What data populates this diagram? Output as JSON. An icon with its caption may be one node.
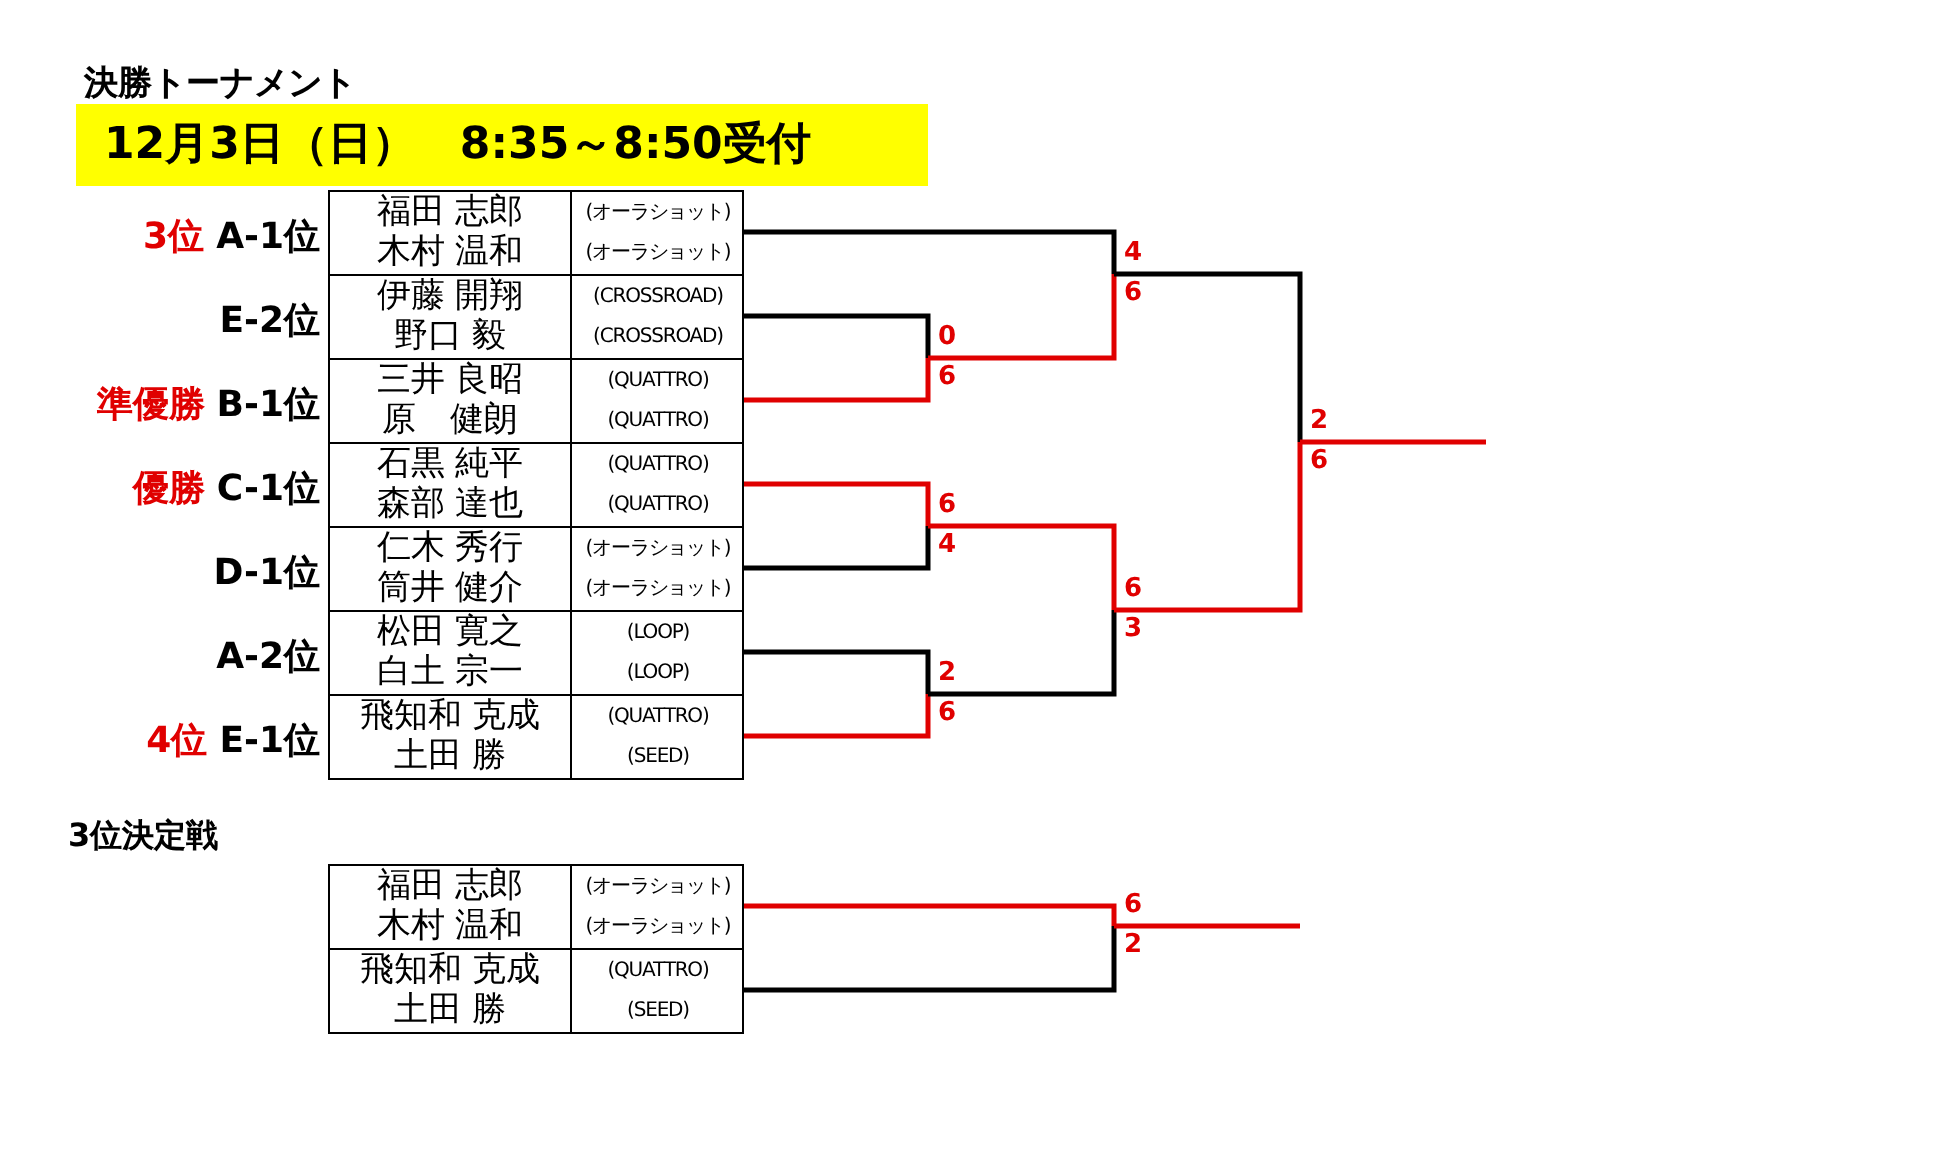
{
  "diagram": {
    "title": "決勝トーナメント",
    "nodes": [
      {
        "text": [
          "12月3日（日）　8:35～8:50受付"
        ]
      },
      {
        "text": [
          "福田 志郎",
          "木村 温和",
          "(オーラショット)",
          "(オーラショット)"
        ],
        "beside": [
          "3位",
          "A-1位"
        ]
      },
      {
        "text": [
          "伊藤 開翔",
          "野口 毅",
          "(CROSSROAD)",
          "(CROSSROAD)"
        ],
        "beside": [
          "E-2位"
        ]
      },
      {
        "text": [
          "三井 良昭",
          "原　健朗",
          "(QUATTRO)",
          "(QUATTRO)"
        ],
        "beside": [
          "準優勝",
          "B-1位"
        ]
      },
      {
        "text": [
          "石黒 純平",
          "森部 達也",
          "(QUATTRO)",
          "(QUATTRO)"
        ],
        "beside": [
          "優勝",
          "C-1位"
        ]
      },
      {
        "text": [
          "仁木 秀行",
          "筒井 健介",
          "(オーラショット)",
          "(オーラショット)"
        ],
        "beside": [
          "D-1位"
        ]
      },
      {
        "text": [
          "松田 寛之",
          "白土 宗一",
          "(LOOP)",
          "(LOOP)"
        ],
        "beside": [
          "A-2位"
        ]
      },
      {
        "text": [
          "飛知和 克成",
          "土田 勝",
          "(QUATTRO)",
          "(SEED)"
        ],
        "beside": [
          "4位",
          "E-1位"
        ]
      },
      {
        "text": [
          "0",
          "6"
        ]
      },
      {
        "text": [
          "4",
          "6"
        ]
      },
      {
        "text": [
          "6",
          "4"
        ]
      },
      {
        "text": [
          "2",
          "6"
        ]
      },
      {
        "text": [
          "6",
          "3"
        ]
      },
      {
        "text": [
          "2",
          "6"
        ]
      },
      {
        "text": [
          "福田 志郎",
          "木村 温和",
          "(オーラショット)",
          "(オーラショット)"
        ]
      },
      {
        "text": [
          "飛知和 克成",
          "土田 勝",
          "(QUATTRO)",
          "(SEED)"
        ]
      },
      {
        "text": [
          "6",
          "2"
        ]
      }
    ],
    "edges": [
      {
        "from": 1,
        "to": 9,
        "arrow": "none",
        "color": "#000000"
      },
      {
        "from": 2,
        "to": 8,
        "arrow": "none",
        "color": "#000000"
      },
      {
        "from": 3,
        "to": 8,
        "arrow": "none"
      },
      {
        "from": 8,
        "to": 9,
        "arrow": "none"
      },
      {
        "from": 4,
        "to": 10,
        "arrow": "none"
      },
      {
        "from": 5,
        "to": 10,
        "arrow": "none",
        "color": "#000000"
      },
      {
        "from": 6,
        "to": 11,
        "arrow": "none",
        "color": "#000000"
      },
      {
        "from": 7,
        "to": 11,
        "arrow": "none"
      },
      {
        "from": 10,
        "to": 12,
        "arrow": "none"
      },
      {
        "from": 11,
        "to": 12,
        "arrow": "none",
        "color": "#000000"
      },
      {
        "from": 9,
        "to": 13,
        "arrow": "none",
        "color": "#000000"
      },
      {
        "from": 12,
        "to": 13,
        "arrow": "none"
      },
      {
        "from": 13,
        "to": null,
        "arrow": "none"
      },
      {
        "from": 14,
        "to": 16,
        "arrow": "none"
      },
      {
        "from": 15,
        "to": 16,
        "arrow": "none",
        "color": "#000000"
      },
      {
        "from": 16,
        "to": null,
        "arrow": "none"
      }
    ],
    "labels": [
      "3位決定戦"
    ]
  }
}
